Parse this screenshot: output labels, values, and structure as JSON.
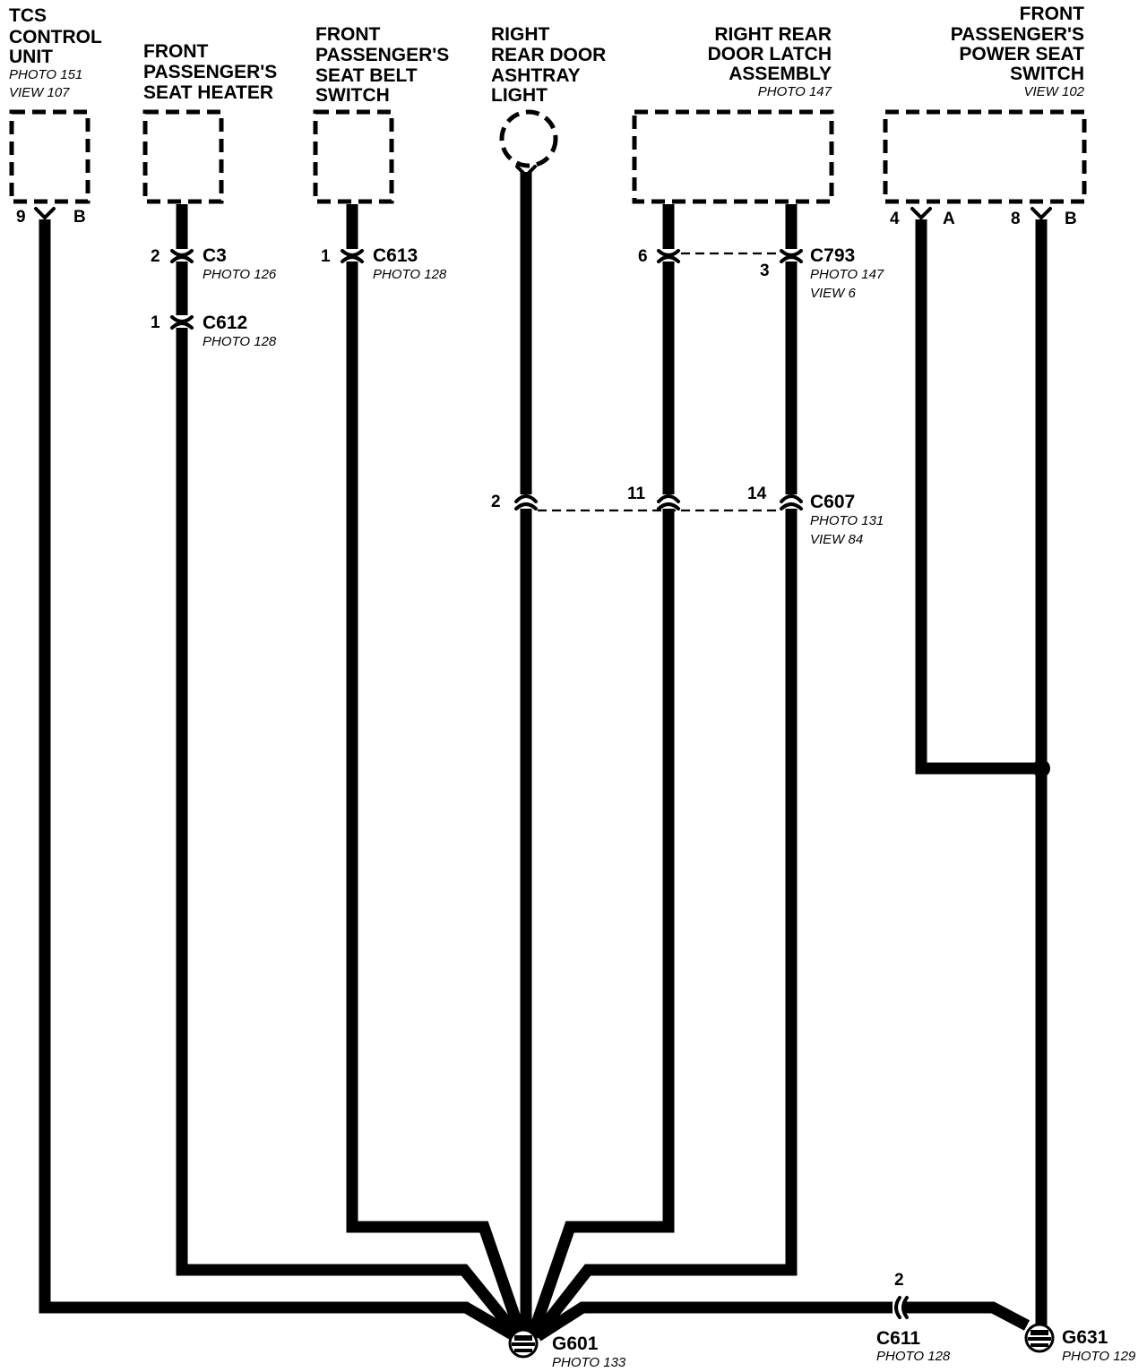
{
  "components": {
    "tcs": {
      "lines": [
        "TCS",
        "CONTROL",
        "UNIT"
      ],
      "ref": [
        "PHOTO 151",
        "VIEW 107"
      ],
      "pins": [
        "9",
        "B"
      ]
    },
    "heater": {
      "lines": [
        "FRONT",
        "PASSENGER'S",
        "SEAT HEATER"
      ]
    },
    "belt": {
      "lines": [
        "FRONT",
        "PASSENGER'S",
        "SEAT BELT",
        "SWITCH"
      ]
    },
    "ashtray": {
      "lines": [
        "RIGHT",
        "REAR DOOR",
        "ASHTRAY",
        "LIGHT"
      ]
    },
    "latch": {
      "lines": [
        "RIGHT REAR",
        "DOOR LATCH",
        "ASSEMBLY"
      ],
      "ref": [
        "PHOTO 147"
      ]
    },
    "powerseat": {
      "lines": [
        "FRONT",
        "PASSENGER'S",
        "POWER SEAT",
        "SWITCH"
      ],
      "ref": [
        "VIEW 102"
      ],
      "pins": [
        "4",
        "A",
        "8",
        "B"
      ]
    }
  },
  "connectors": {
    "c3": {
      "name": "C3",
      "pin": "2",
      "ref": [
        "PHOTO 126"
      ]
    },
    "c612": {
      "name": "C612",
      "pin": "1",
      "ref": [
        "PHOTO 128"
      ]
    },
    "c613": {
      "name": "C613",
      "pin": "1",
      "ref": [
        "PHOTO 128"
      ]
    },
    "c793": {
      "name": "C793",
      "pins": [
        "6",
        "3"
      ],
      "ref": [
        "PHOTO 147",
        "VIEW 6"
      ]
    },
    "c607": {
      "name": "C607",
      "pins": [
        "2",
        "11",
        "14"
      ],
      "ref": [
        "PHOTO 131",
        "VIEW 84"
      ]
    },
    "c611": {
      "name": "C611",
      "pin": "2",
      "ref": [
        "PHOTO 128"
      ]
    }
  },
  "grounds": {
    "g601": {
      "name": "G601",
      "ref": "PHOTO 133"
    },
    "g631": {
      "name": "G631",
      "ref": "PHOTO 129"
    }
  }
}
